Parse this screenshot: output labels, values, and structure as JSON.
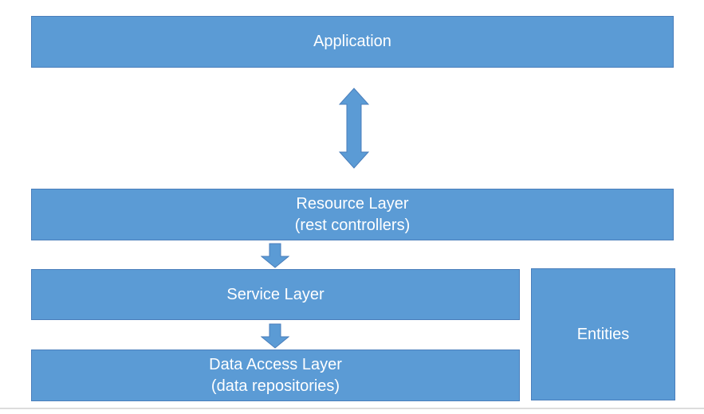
{
  "diagram": {
    "type": "layered-architecture",
    "colors": {
      "box_fill": "#5B9BD5",
      "box_border": "#4A7EBB",
      "text": "#FFFFFF",
      "bottom_rule": "#DCDCDC",
      "background": "#FFFFFF"
    },
    "boxes": {
      "application": {
        "label": "Application"
      },
      "resource_layer": {
        "label": "Resource Layer",
        "sublabel": "(rest controllers)"
      },
      "service_layer": {
        "label": "Service Layer"
      },
      "data_access_layer": {
        "label": "Data Access Layer",
        "sublabel": "(data repositories)"
      },
      "entities": {
        "label": "Entities"
      }
    },
    "connectors": [
      {
        "name": "application-resource-arrow",
        "type": "double-headed-vertical"
      },
      {
        "name": "resource-service-arrow",
        "type": "down"
      },
      {
        "name": "service-data-access-arrow",
        "type": "down"
      }
    ]
  }
}
